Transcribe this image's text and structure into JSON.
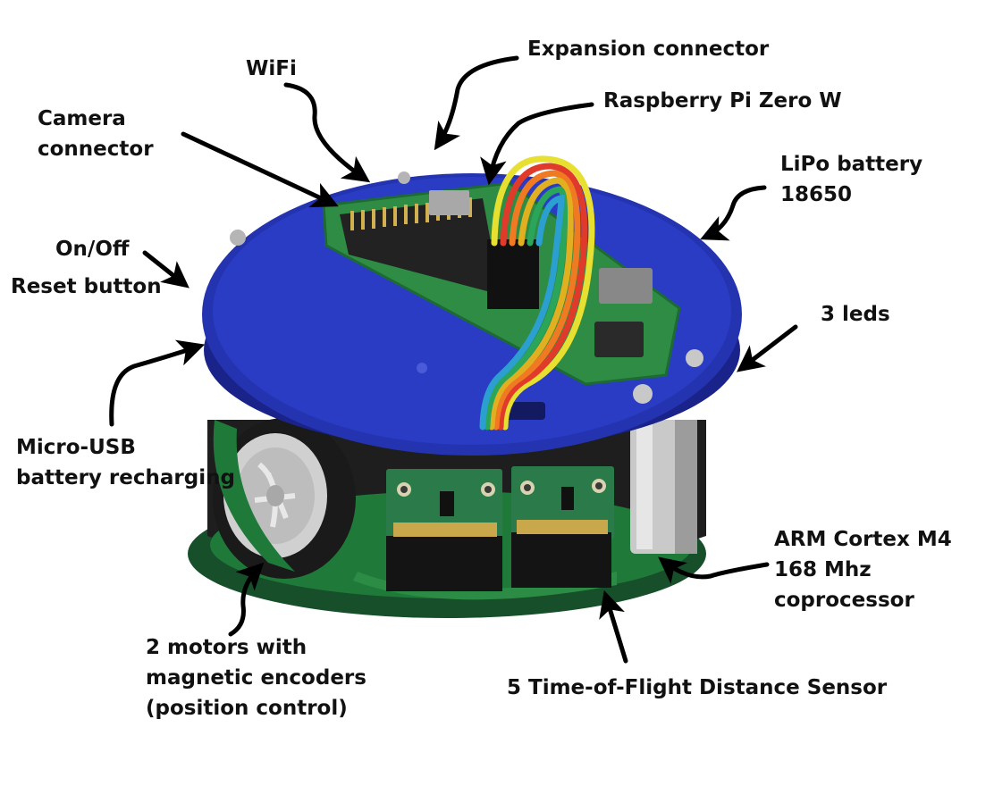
{
  "labels": {
    "expansion_connector": "Expansion connector",
    "wifi": "WiFi",
    "raspberry_pi": "Raspberry Pi Zero W",
    "camera_connector": [
      "Camera",
      "connector"
    ],
    "lipo_battery": [
      "LiPo battery",
      "18650"
    ],
    "on_off": "On/Off",
    "reset_button": "Reset button",
    "three_leds": "3 leds",
    "micro_usb": [
      "Micro-USB",
      "battery recharging"
    ],
    "arm_cortex": [
      "ARM Cortex M4",
      "168 Mhz",
      "coprocessor"
    ],
    "motors": [
      "2 motors with",
      "magnetic encoders",
      "(position control)"
    ],
    "tof_sensor": "5 Time-of-Flight Distance Sensor"
  },
  "colors": {
    "top_plate": "#2433b0",
    "top_plate_rim": "#1a238a",
    "pcb": "#1f7a3a",
    "wheel": "#1a1a1a",
    "hub": "#d9d9d9",
    "sensor_board": "#2a7a4a",
    "arrow": "#000000",
    "text": "#111111"
  }
}
